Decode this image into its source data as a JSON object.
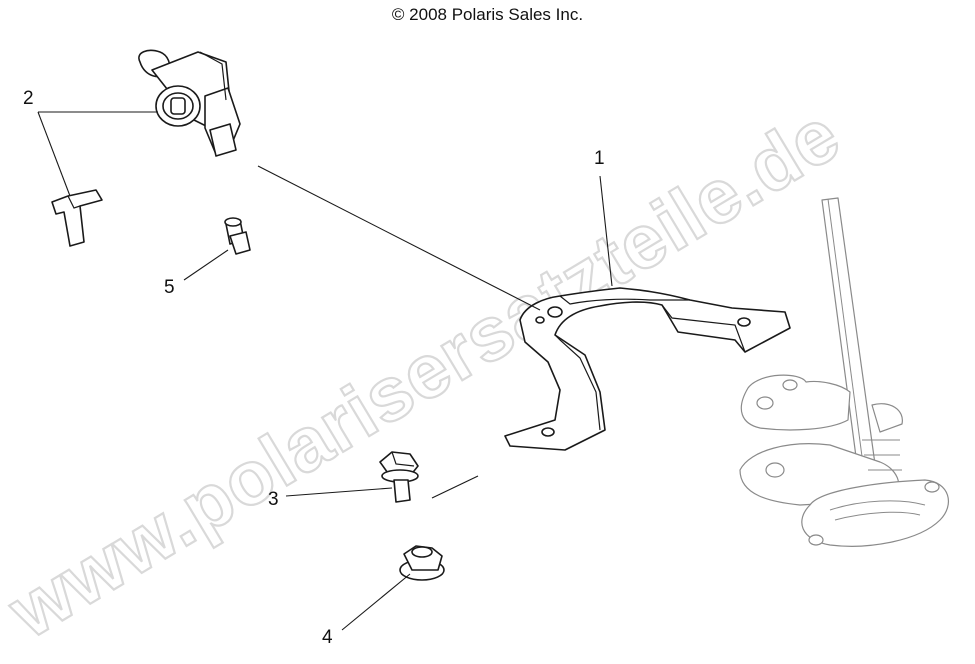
{
  "copyright": "© 2008 Polaris Sales Inc.",
  "watermark": "www.polarisersatzteile.de",
  "colors": {
    "line": "#1a1a1a",
    "background_part": "#8a8a8a",
    "watermark": "#d9d9d9"
  },
  "callouts": [
    {
      "id": "1",
      "label": "1",
      "part": "mounting-bracket"
    },
    {
      "id": "2",
      "label": "2",
      "part": "ignition-switch-and-key"
    },
    {
      "id": "3",
      "label": "3",
      "part": "flange-bolt"
    },
    {
      "id": "4",
      "label": "4",
      "part": "flange-nut"
    },
    {
      "id": "5",
      "label": "5",
      "part": "small-screw"
    }
  ]
}
